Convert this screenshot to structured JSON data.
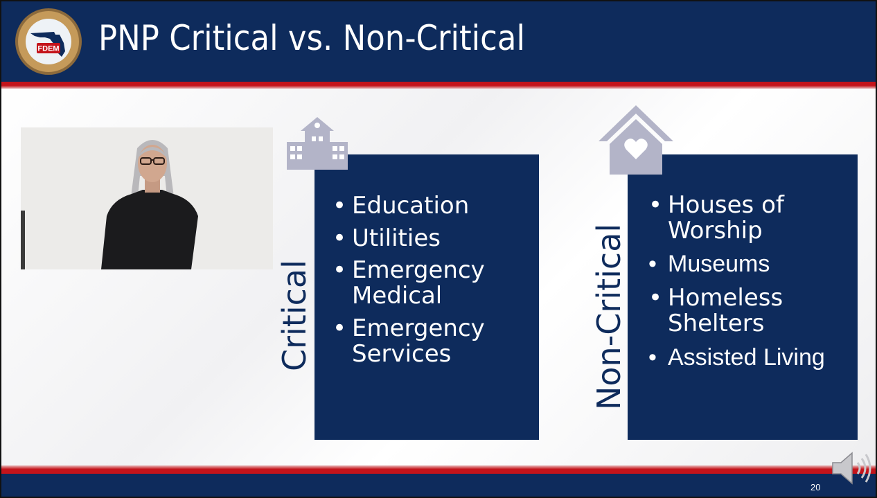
{
  "slide": {
    "title": "PNP Critical vs. Non-Critical",
    "page_number": "20",
    "logo": {
      "icon": "fdem-seal",
      "text": "FDEM"
    },
    "speaker_icon": "speaker-icon"
  },
  "critical": {
    "label": "Critical",
    "icon": "school-building-icon",
    "items": [
      "Education",
      "Utilities",
      "Emergency Medical",
      "Emergency Services"
    ]
  },
  "non_critical": {
    "label": "Non-Critical",
    "icon": "house-heart-icon",
    "items": [
      "Houses of Worship",
      "Museums",
      "Homeless Shelters",
      "Assisted Living"
    ]
  },
  "colors": {
    "navy": "#0e2b5c",
    "red": "#c4141b",
    "icon_gray": "#b3b4c8"
  }
}
